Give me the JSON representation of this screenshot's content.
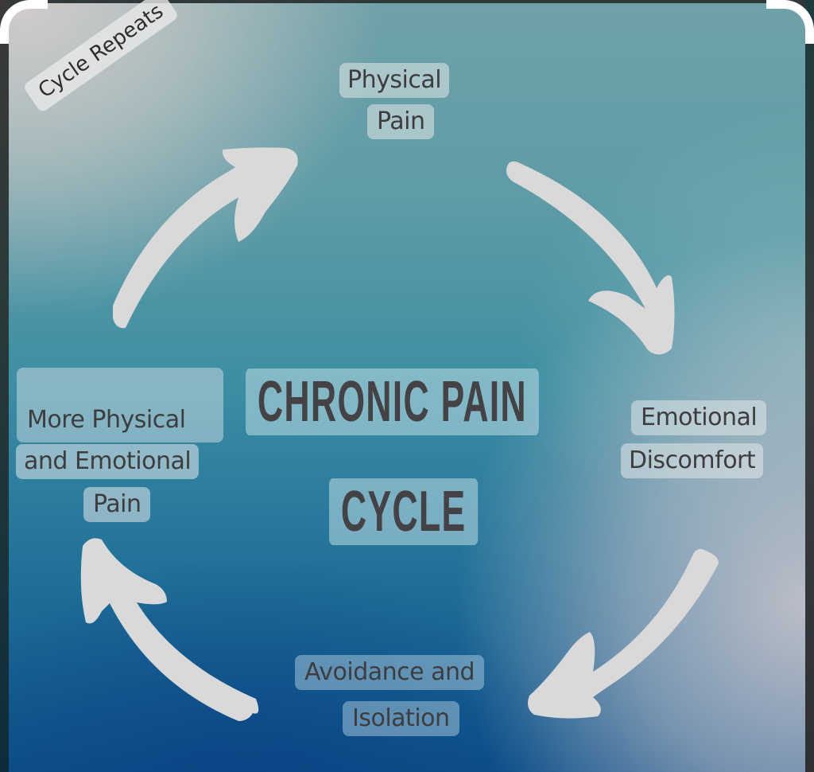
{
  "diagram": {
    "title": {
      "line1": "CHRONIC PAIN",
      "line2": "CYCLE"
    },
    "cycle_label": "Cycle Repeats",
    "stages": [
      {
        "id": "physical-pain",
        "lines": [
          "Physical",
          "Pain"
        ]
      },
      {
        "id": "emotional-discomfort",
        "lines": [
          "Emotional",
          "Discomfort"
        ]
      },
      {
        "id": "avoidance-isolation",
        "lines": [
          "Avoidance and",
          "Isolation"
        ]
      },
      {
        "id": "more-pain",
        "lines": [
          "More Physical",
          "and Emotional",
          "Pain"
        ]
      }
    ],
    "arrows": [
      {
        "from": "physical-pain",
        "to": "emotional-discomfort",
        "icon": "curved-arrow-down-right"
      },
      {
        "from": "emotional-discomfort",
        "to": "avoidance-isolation",
        "icon": "curved-arrow-down-left"
      },
      {
        "from": "avoidance-isolation",
        "to": "more-pain",
        "icon": "curved-arrow-up-left"
      },
      {
        "from": "more-pain",
        "to": "physical-pain",
        "icon": "curved-arrow-up-right"
      }
    ],
    "colors": {
      "arrow": "#d9d9d9",
      "text": "#3d3d3f",
      "bg_top": "#6fa1a8",
      "bg_bottom": "#0c4f8a",
      "bg_corner_light": "#d6cecc"
    }
  }
}
